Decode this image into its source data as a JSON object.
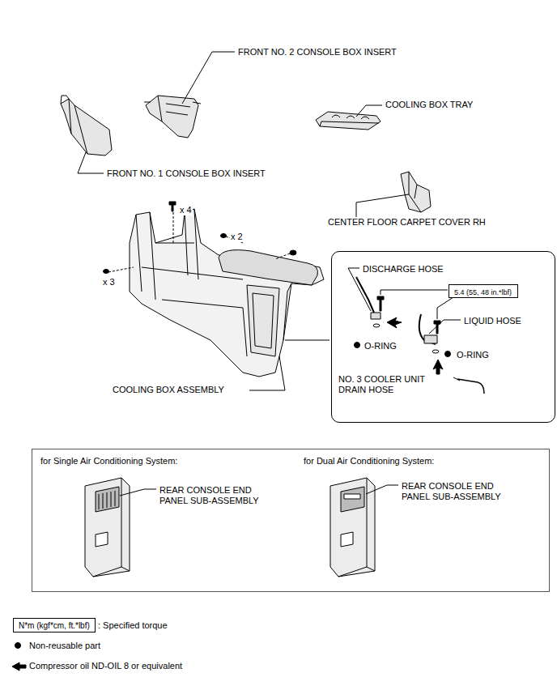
{
  "diagram": {
    "nodes": [
      {
        "text": [
          "DISCHARGE HOSE",
          "LIQUID HOSE",
          "O-RING",
          "O-RING",
          "NO. 3 COOLER UNIT DRAIN HOSE"
        ]
      },
      {
        "text": [
          "5.4 (55, 48 in.*lbf)"
        ],
        "in": 0
      },
      {
        "text": [
          "for Single Air Conditioning System:",
          "REAR CONSOLE END PANEL SUB-ASSEMBLY",
          "for Dual Air Conditioning System:",
          "REAR CONSOLE END PANEL SUB-ASSEMBLY"
        ]
      },
      {
        "text": [
          "N*m (kgf*cm, ft.*lbf)"
        ]
      }
    ],
    "labels": [
      "FRONT NO. 2 CONSOLE BOX INSERT",
      "COOLING BOX TRAY",
      "FRONT NO. 1 CONSOLE BOX INSERT",
      "x 4",
      "CENTER FLOOR CARPET COVER RH",
      "x 2",
      "x 3",
      "COOLING BOX ASSEMBLY"
    ],
    "legend": [
      {
        "text": ": Specified torque"
      },
      {
        "text": "Non-reusable part"
      },
      {
        "text": "Compressor oil ND-OIL 8 or equivalent"
      }
    ]
  }
}
